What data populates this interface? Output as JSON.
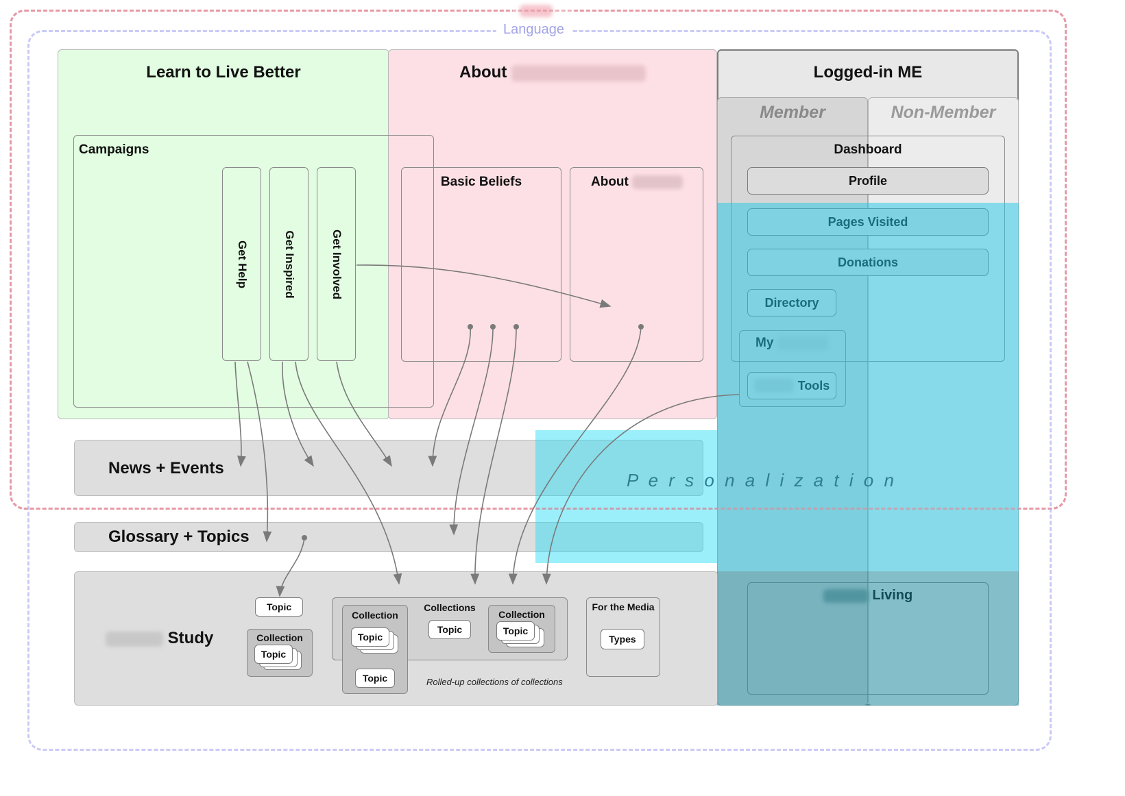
{
  "outer_region": {
    "label": ""
  },
  "language_region": {
    "label": "Language"
  },
  "learn": {
    "title": "Learn to Live Better",
    "campaigns": {
      "label": "Campaigns",
      "items": [
        "Get Help",
        "Get Inspired",
        "Get Involved"
      ]
    }
  },
  "about": {
    "title": "About",
    "basic_beliefs": "Basic Beliefs",
    "about_sub": "About"
  },
  "logged_in": {
    "title": "Logged-in ME",
    "member": "Member",
    "non_member": "Non-Member",
    "dashboard": "Dashboard",
    "profile": "Profile",
    "pages_visited": "Pages Visited",
    "donations": "Donations",
    "directory": "Directory",
    "my": "My",
    "tools": "Tools",
    "living": "Living"
  },
  "personalization": "P e r s o n a l i z a t i o n",
  "news_events": "News + Events",
  "glossary_topics": "Glossary + Topics",
  "study": {
    "title": "Study",
    "topic": "Topic",
    "collection": "Collection",
    "collections": "Collections",
    "for_the_media": "For the Media",
    "types": "Types",
    "rolled_up": "Rolled-up collections of collections"
  },
  "colors": {
    "outer_dash": "#f2b3bd",
    "language_dash": "#c9caf5",
    "learn_bg": "#e2fde1",
    "about_bg": "#fde0e5",
    "personalization_overlay": "#22c8e5"
  }
}
